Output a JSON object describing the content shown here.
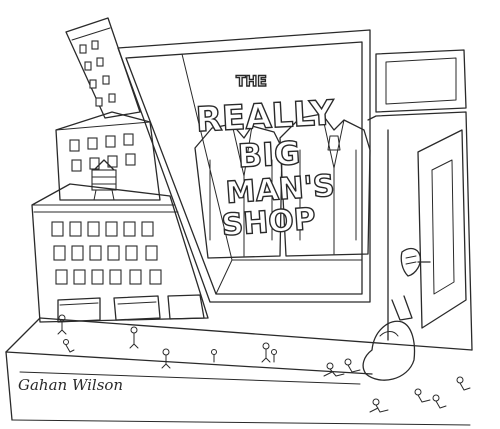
{
  "sign": {
    "line1": "THE",
    "line2": "REALLY",
    "line3": "BIG",
    "line4": "MAN'S",
    "line5": "SHOP"
  },
  "signature": "Gahan Wilson"
}
